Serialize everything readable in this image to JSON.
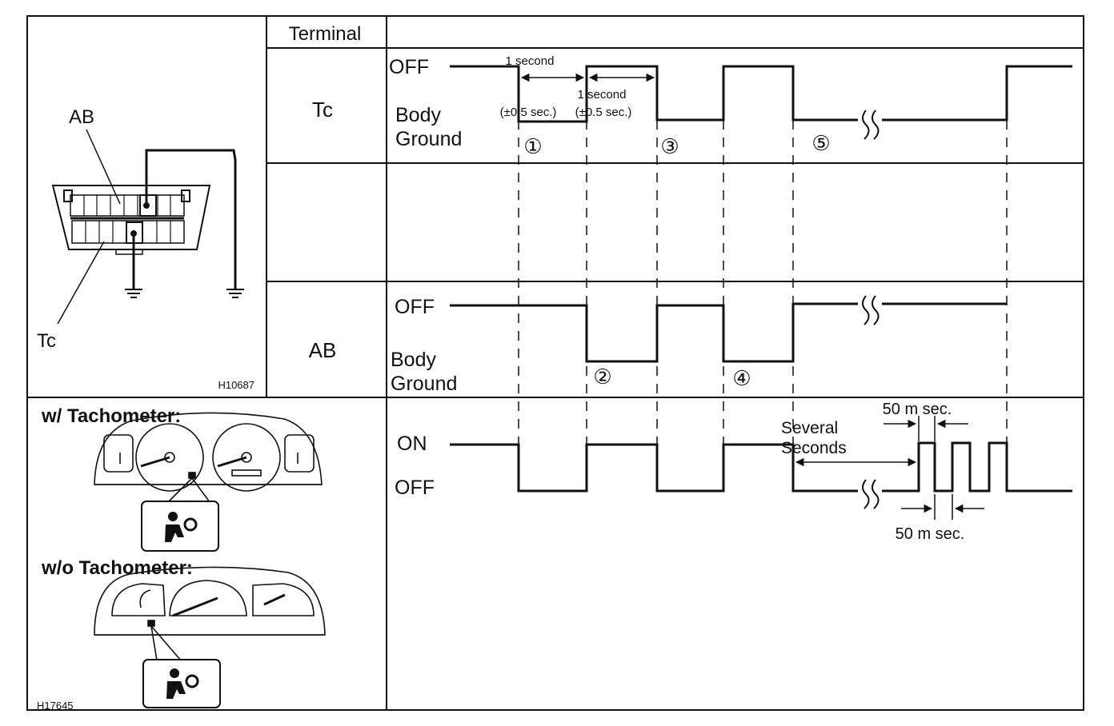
{
  "table": {
    "header_terminal": "Terminal",
    "row_tc": "Tc",
    "row_ab": "AB"
  },
  "connector_figure": {
    "label_ab": "AB",
    "label_tc": "Tc",
    "figure_code": "H10687"
  },
  "meter_figure": {
    "with_tach_label": "w/ Tachometer:",
    "without_tach_label": "w/o Tachometer:",
    "figure_code": "H17645"
  },
  "waveforms": {
    "tc": {
      "level_high": "OFF",
      "level_low_line1": "Body",
      "level_low_line2": "Ground",
      "timing_1": "1 second",
      "tolerance_1": "(±0.5 sec.)",
      "timing_2": "1 second",
      "tolerance_2": "(±0.5 sec.)"
    },
    "ab": {
      "level_high": "OFF",
      "level_low_line1": "Body",
      "level_low_line2": "Ground"
    },
    "warning_light": {
      "level_high": "ON",
      "level_low": "OFF",
      "several_line1": "Several",
      "several_line2": "Seconds",
      "pulse_top": "50 m sec.",
      "pulse_bottom": "50 m sec."
    },
    "steps": [
      "①",
      "②",
      "③",
      "④",
      "⑤"
    ]
  }
}
